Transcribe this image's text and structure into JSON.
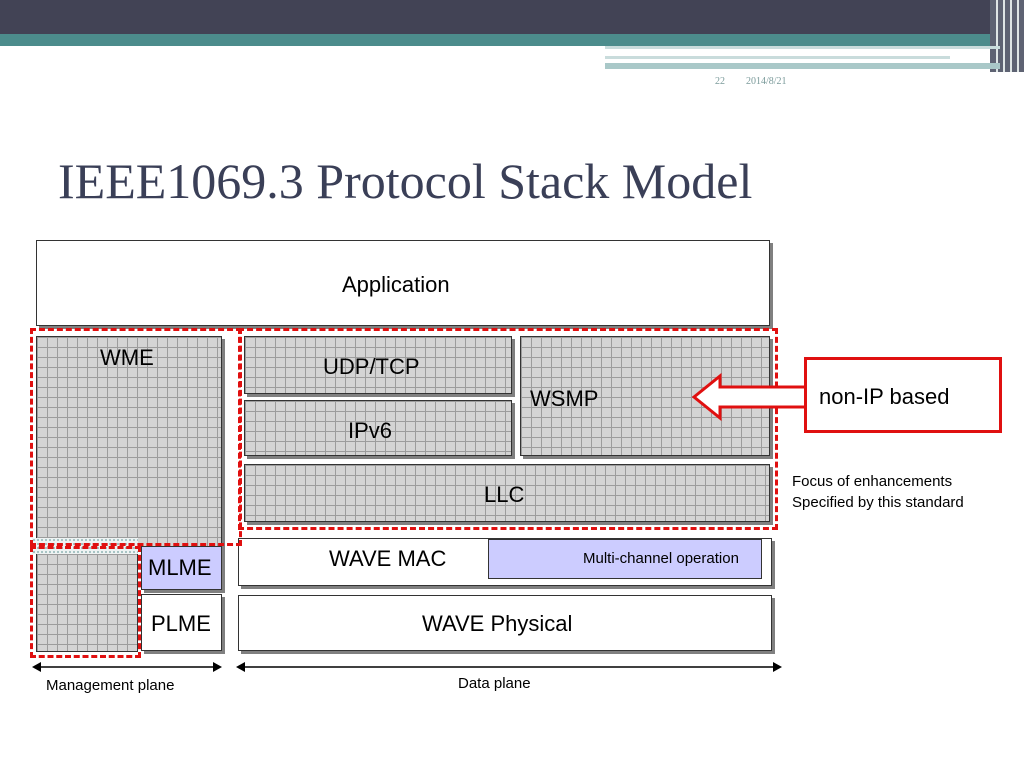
{
  "header": {
    "slide_number": "22",
    "date": "2014/8/21"
  },
  "title": "IEEE1069.3 Protocol Stack Model",
  "diagram": {
    "application": "Application",
    "wme": "WME",
    "udp_tcp": "UDP/TCP",
    "ipv6": "IPv6",
    "wsmp": "WSMP",
    "llc": "LLC",
    "mlme": "MLME",
    "plme": "PLME",
    "wave_mac": "WAVE MAC",
    "multi_channel": "Multi-channel operation",
    "wave_physical": "WAVE Physical",
    "non_ip": "non-IP  based",
    "focus_line1": "Focus of enhancements",
    "focus_line2": "Specified by this standard",
    "management_plane": "Management plane",
    "data_plane": "Data plane"
  },
  "colors": {
    "highlight": "#e01010",
    "title": "#3a3f57",
    "multi_channel_fill": "#ccccff"
  }
}
